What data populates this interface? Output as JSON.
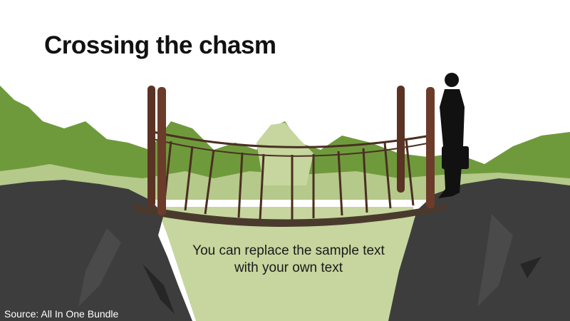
{
  "slide": {
    "title": "Crossing the chasm",
    "body_text": "You can replace the sample text with your own text",
    "source": "Source: All In One Bundle"
  },
  "colors": {
    "mountain_green": "#6f9a3c",
    "light_green": "#c6d69e",
    "pale_green": "#a9c27c",
    "cliff_dark": "#3d3d3d",
    "wood": "#5a3324"
  }
}
